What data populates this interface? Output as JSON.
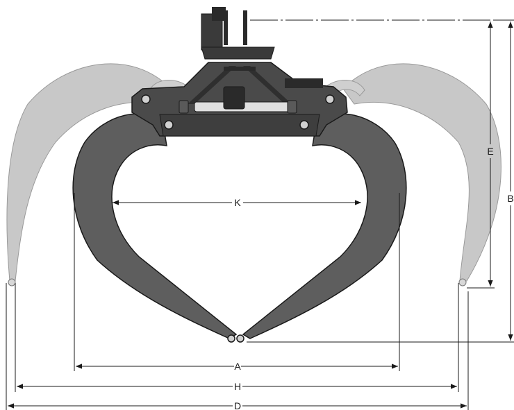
{
  "diagram": {
    "labels": {
      "A": "A",
      "B": "B",
      "D": "D",
      "E": "E",
      "H": "H",
      "K": "K"
    },
    "colors": {
      "open_tines": "#c8c8c8",
      "open_tines_edge": "#9a9a9a",
      "closed_tines": "#5e5e5e",
      "body": "#4a4a4a",
      "dark": "#2a2a2a",
      "line": "#1a1a1a"
    }
  }
}
